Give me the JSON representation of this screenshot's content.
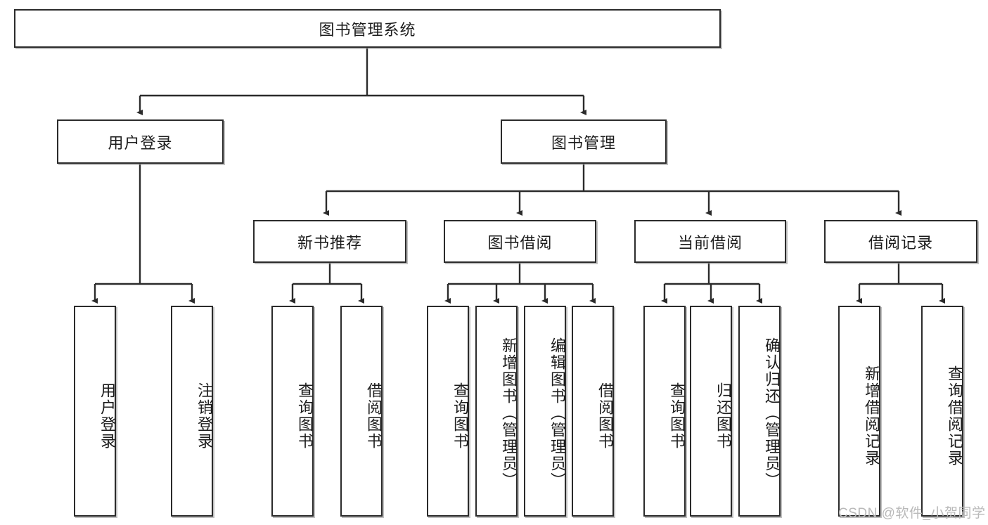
{
  "diagram": {
    "title": "图书管理系统",
    "type": "tree",
    "watermark": "CSDN @软件_小贺同学",
    "colors": {
      "border": "#2b2b2b",
      "text": "#1c1c1c",
      "background": "#ffffff",
      "edge": "#2b2b2b",
      "watermark": "#b9b9b9"
    },
    "nodes": {
      "root": {
        "label": "图书管理系统"
      },
      "level2": [
        {
          "label": "用户登录"
        },
        {
          "label": "图书管理"
        }
      ],
      "level3": [
        {
          "label": "新书推荐"
        },
        {
          "label": "图书借阅"
        },
        {
          "label": "当前借阅"
        },
        {
          "label": "借阅记录"
        }
      ],
      "leaves_user_login": [
        {
          "label": "用户登录"
        },
        {
          "label": "注销登录"
        }
      ],
      "leaves_new_book": [
        {
          "label": "查询图书"
        },
        {
          "label": "借阅图书"
        }
      ],
      "leaves_borrow": [
        {
          "label": "查询图书"
        },
        {
          "label": "新增图书（管理员）"
        },
        {
          "label": "编辑图书（管理员）"
        },
        {
          "label": "借阅图书"
        }
      ],
      "leaves_current": [
        {
          "label": "查询图书"
        },
        {
          "label": "归还图书"
        },
        {
          "label": "确认归还（管理员）"
        }
      ],
      "leaves_records": [
        {
          "label": "新增借阅记录"
        },
        {
          "label": "查询借阅记录"
        }
      ]
    }
  }
}
